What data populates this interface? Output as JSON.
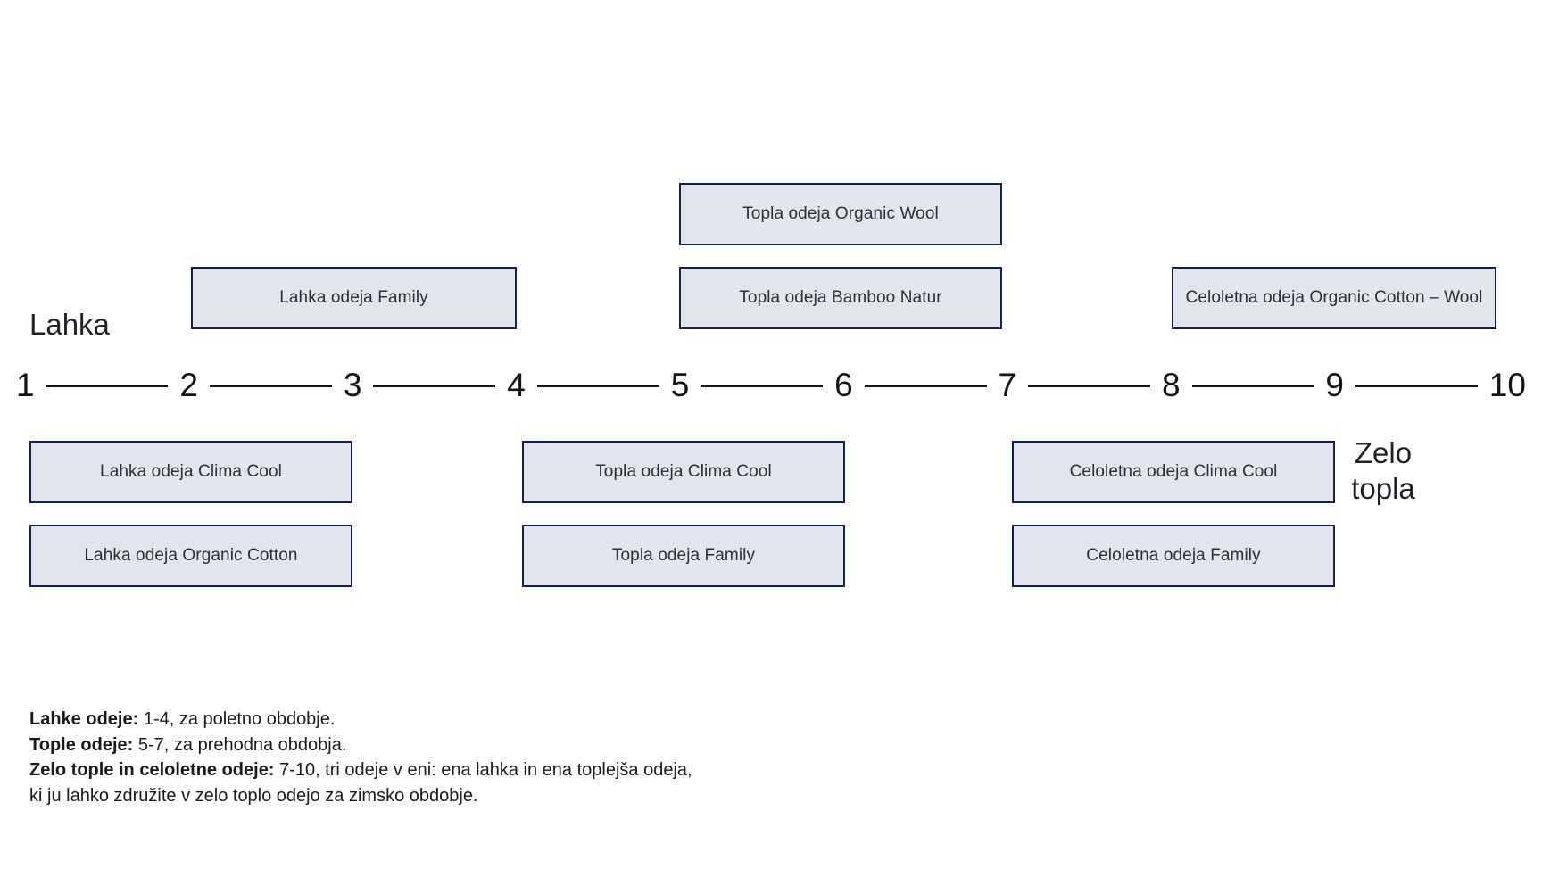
{
  "diagram": {
    "title_axis": "warmth-scale-1-to-10",
    "colors": {
      "box_fill": "#e3e5ec",
      "box_border": "#132050",
      "axis": "#111418",
      "text": "#22262e",
      "background": "#ffffff"
    },
    "scale": {
      "ticks": [
        "1",
        "2",
        "3",
        "4",
        "5",
        "6",
        "7",
        "8",
        "9",
        "10"
      ],
      "min": 1,
      "max": 10
    },
    "endpoint_labels": {
      "left": "Lahka",
      "right": "Zelo\ntopla",
      "right_line1": "Zelo",
      "right_line2": "topla"
    },
    "boxes_above": [
      {
        "id": "topla-organic-wool",
        "label": "Topla odeja Organic Wool",
        "range": [
          5,
          6
        ],
        "row": 1
      },
      {
        "id": "lahka-family",
        "label": "Lahka odeja Family",
        "range": [
          2,
          3
        ],
        "row": 2
      },
      {
        "id": "topla-bamboo-natur",
        "label": "Topla odeja Bamboo Natur",
        "range": [
          5,
          6
        ],
        "row": 2
      },
      {
        "id": "celoletna-organic-cotton-wool",
        "label": "Celoletna odeja Organic Cotton – Wool",
        "range": [
          8,
          9
        ],
        "row": 2
      }
    ],
    "boxes_below": [
      {
        "id": "lahka-clima-cool",
        "label": "Lahka odeja Clima Cool",
        "range": [
          1,
          2
        ],
        "row": 1
      },
      {
        "id": "topla-clima-cool",
        "label": "Topla odeja Clima Cool",
        "range": [
          4,
          5
        ],
        "row": 1
      },
      {
        "id": "celoletna-clima-cool",
        "label": "Celoletna odeja Clima Cool",
        "range": [
          7,
          8
        ],
        "row": 1
      },
      {
        "id": "lahka-organic-cotton",
        "label": "Lahka odeja Organic Cotton",
        "range": [
          1,
          2
        ],
        "row": 2
      },
      {
        "id": "topla-family",
        "label": "Topla odeja Family",
        "range": [
          4,
          5
        ],
        "row": 2
      },
      {
        "id": "celoletna-family",
        "label": "Celoletna odeja Family",
        "range": [
          7,
          8
        ],
        "row": 2
      }
    ]
  },
  "notes": {
    "line1_bold": "Lahke odeje:",
    "line1_rest": " 1-4, za poletno obdobje.",
    "line2_bold": "Tople odeje:",
    "line2_rest": " 5-7, za prehodna obdobja.",
    "line3_bold": "Zelo tople in celoletne odeje:",
    "line3_rest": " 7-10, tri odeje v eni: ena lahka in ena toplejša odeja,",
    "line4": "ki ju lahko združite v zelo toplo odejo za zimsko obdobje."
  }
}
